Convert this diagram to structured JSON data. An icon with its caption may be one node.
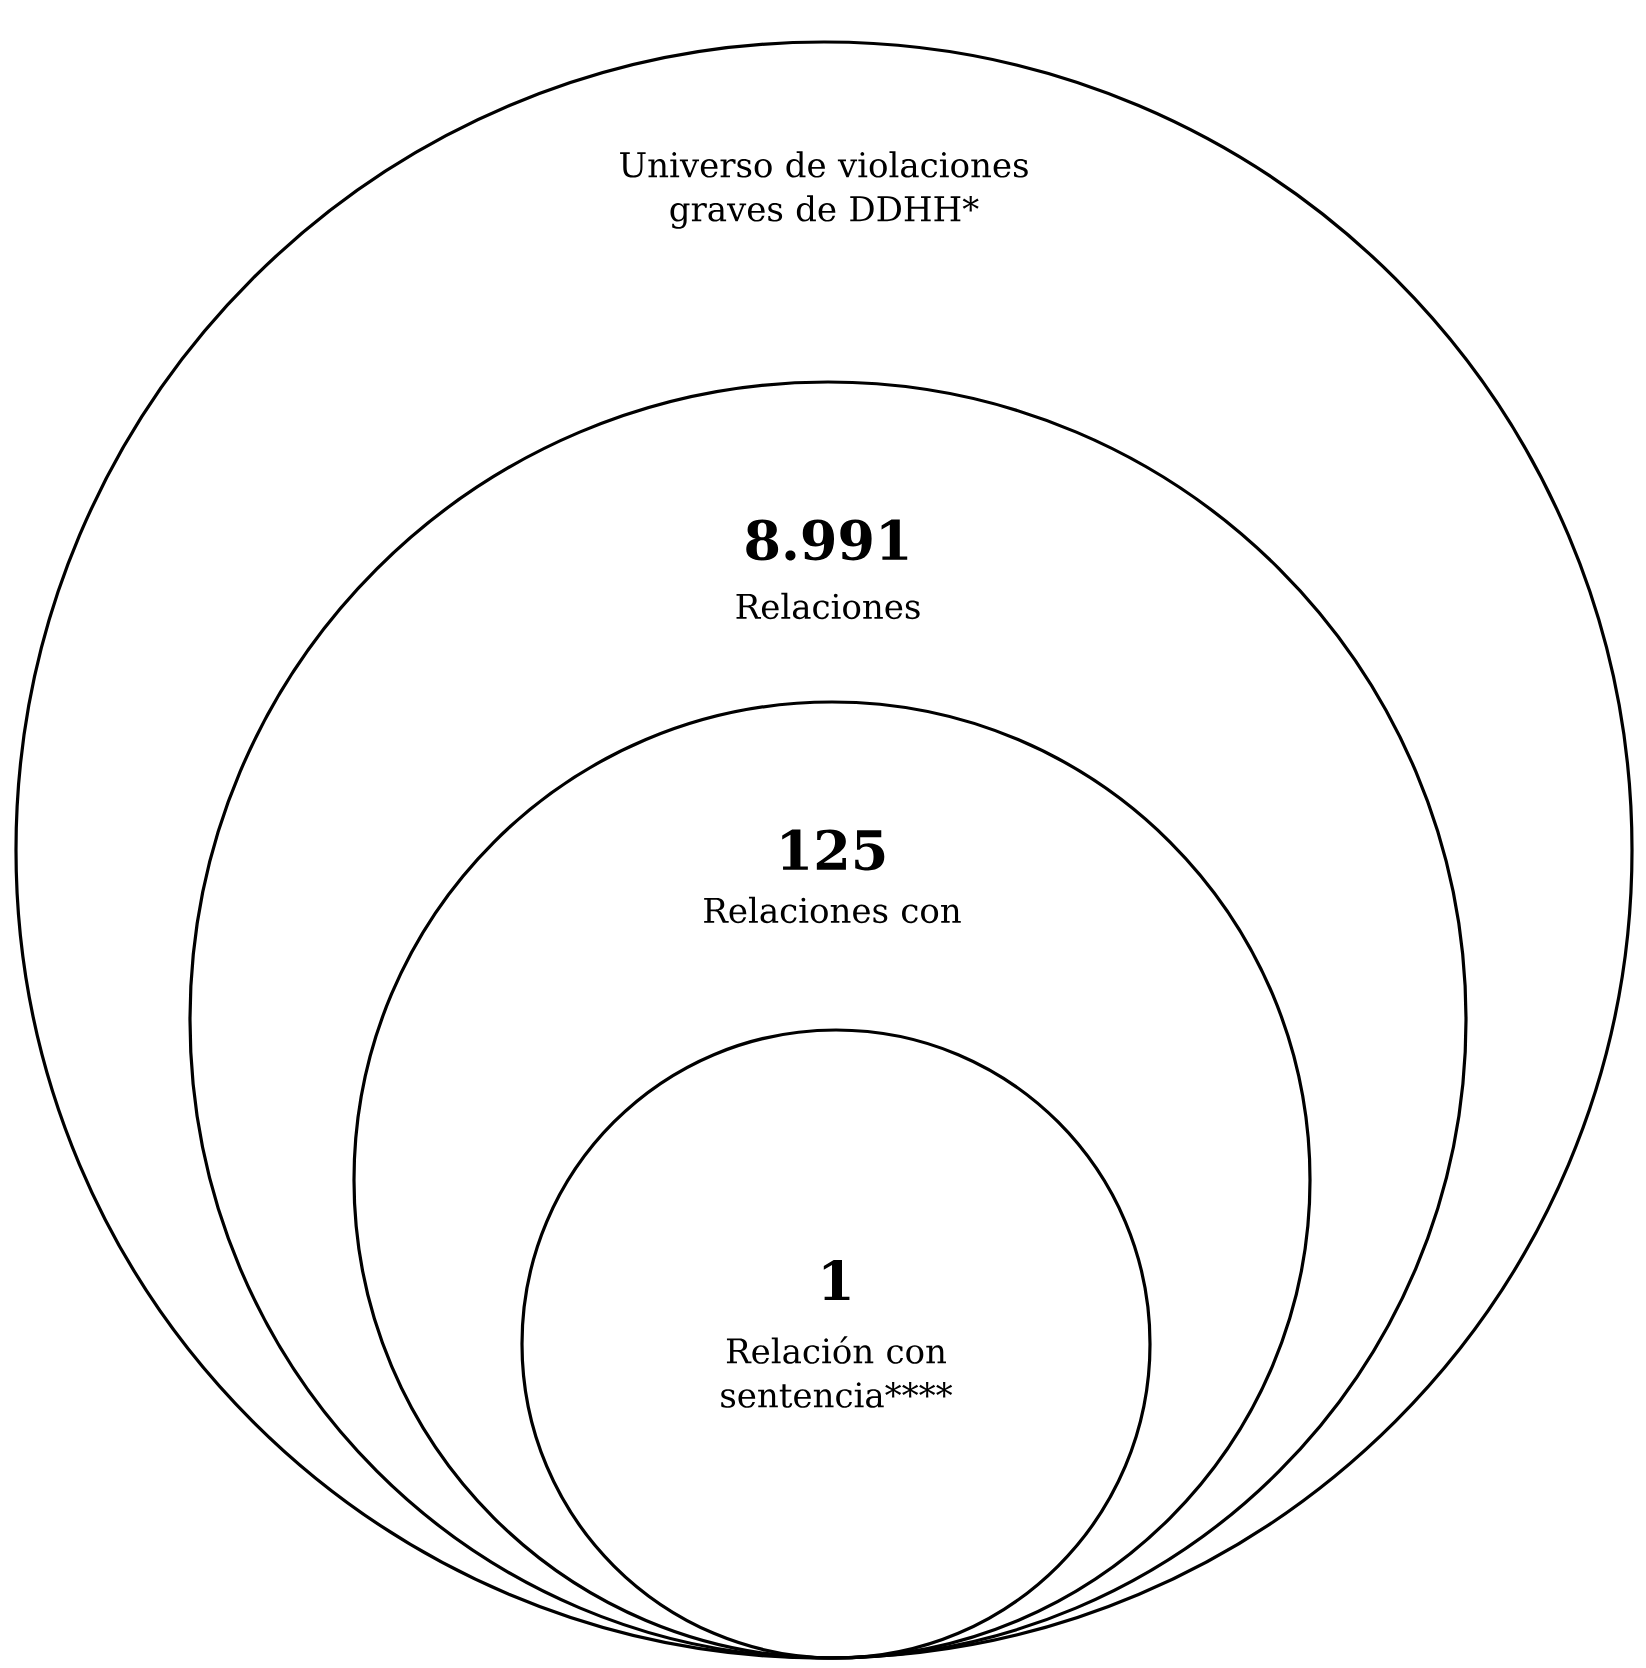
{
  "diagram": {
    "nodes": [
      {
        "text": [
          "Universo de violaciones graves de DDHH*"
        ]
      },
      {
        "text": [
          "8.991",
          "Relaciones"
        ],
        "in": 0
      },
      {
        "text": [
          "125",
          "Relaciones con"
        ],
        "in": 1
      },
      {
        "text": [
          "1",
          "Relación con sentencia****"
        ],
        "in": 2
      }
    ]
  }
}
